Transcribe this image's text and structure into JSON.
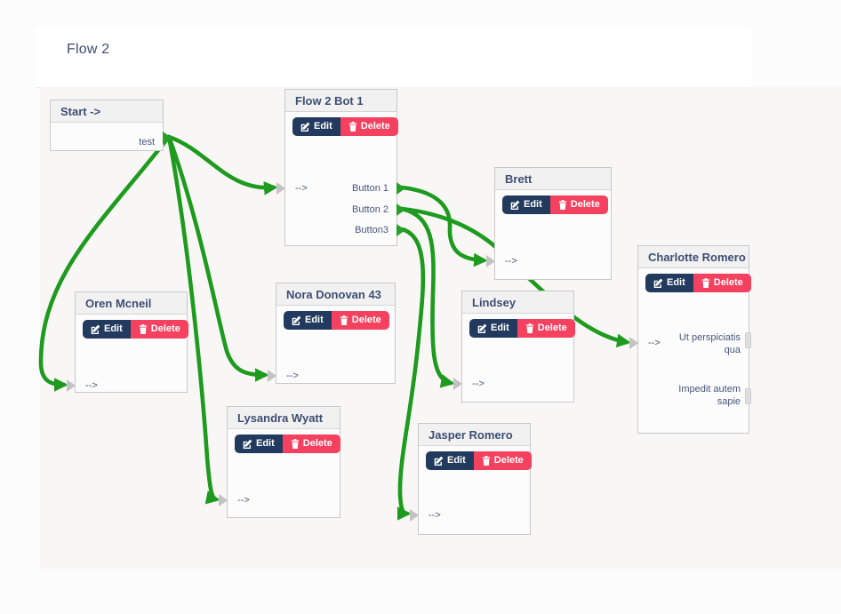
{
  "header": {
    "title": "Flow 2"
  },
  "actions": {
    "edit": "Edit",
    "delete": "Delete"
  },
  "colors": {
    "connection_green": "#1e9b1e",
    "edit_button": "#223a5e",
    "delete_button": "#f4415f",
    "node_title_text": "#3d4e74",
    "canvas_background": "#f9f6f6"
  },
  "icons": {
    "edit": "pencil-square-icon",
    "delete": "trash-icon",
    "input": "gray-arrow-connector",
    "output": "green-arrow-connector"
  },
  "nodes": [
    {
      "title": "Start ->",
      "input": "",
      "outputs": [
        {
          "label": "test"
        }
      ]
    },
    {
      "title": "Flow 2 Bot 1",
      "input": "-->",
      "outputs": [
        {
          "label": "Button 1"
        },
        {
          "label": "Button 2"
        },
        {
          "label": "Button3"
        }
      ]
    },
    {
      "title": "Brett",
      "input": "-->",
      "outputs": []
    },
    {
      "title": "Charlotte Romero",
      "input": "-->",
      "outputs": [
        {
          "label": "Ut perspiciatis qua"
        },
        {
          "label": "Impedit autem sapie"
        }
      ]
    },
    {
      "title": "Oren Mcneil",
      "input": "-->",
      "outputs": []
    },
    {
      "title": "Nora Donovan 43",
      "input": "-->",
      "outputs": []
    },
    {
      "title": "Lysandra Wyatt",
      "input": "-->",
      "outputs": []
    },
    {
      "title": "Lindsey",
      "input": "-->",
      "outputs": []
    },
    {
      "title": "Jasper Romero",
      "input": "-->",
      "outputs": []
    }
  ],
  "connections": [
    {
      "from": "Start -> / test",
      "to": "Flow 2 Bot 1"
    },
    {
      "from": "Start -> / test",
      "to": "Oren Mcneil"
    },
    {
      "from": "Start -> / test",
      "to": "Nora Donovan 43"
    },
    {
      "from": "Start -> / test",
      "to": "Lysandra Wyatt"
    },
    {
      "from": "Flow 2 Bot 1 / Button 1",
      "to": "Brett"
    },
    {
      "from": "Flow 2 Bot 1 / Button 2",
      "to": "Charlotte Romero"
    },
    {
      "from": "Flow 2 Bot 1 / Button 2",
      "to": "Lindsey"
    },
    {
      "from": "Flow 2 Bot 1 / Button3",
      "to": "Jasper Romero"
    }
  ]
}
